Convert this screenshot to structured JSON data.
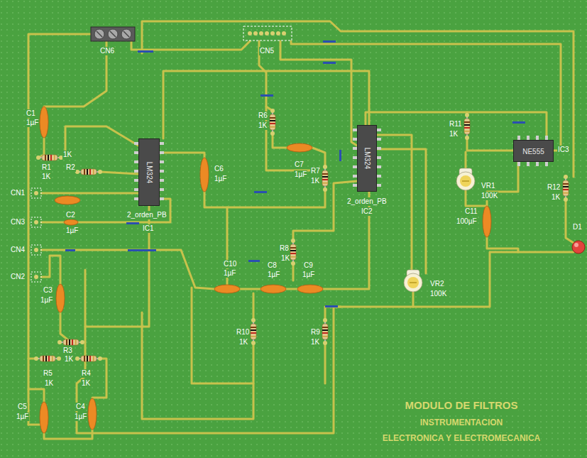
{
  "diagram": {
    "nodes": [
      {
        "text": [
          "LM324"
        ]
      },
      {
        "text": [
          "LM324"
        ]
      },
      {
        "text": [
          "NE555"
        ]
      }
    ],
    "labels": [
      "CN6",
      "CN5",
      "C1",
      "1µF",
      "1K",
      "R1",
      "R2",
      "1K",
      "CN1",
      "CN3",
      "C2",
      "1µF",
      "CN4",
      "CN2",
      "2_orden_PB",
      "IC1",
      "C6",
      "1µF",
      "R6",
      "1K",
      "C7",
      "1µF",
      "R7",
      "1K",
      "2_orden_PB",
      "IC2",
      "R11",
      "1K",
      "IC3",
      "VR1",
      "100K",
      "C11",
      "100µF",
      "R12",
      "1K",
      "D1",
      "C10",
      "1µF",
      "C8",
      "1µF",
      "R8",
      "1K",
      "C9",
      "1µF",
      "VR2",
      "100K",
      "C3",
      "1µF",
      "R3",
      "1K",
      "R5",
      "1K",
      "R4",
      "1K",
      "R10",
      "1K",
      "R9",
      "1K",
      "C5",
      "1µF",
      "C4",
      "1µF",
      "MODULO DE FILTROS",
      "INSTRUMENTACION",
      "ELECTRONICA Y ELECTROMECANICA"
    ]
  }
}
